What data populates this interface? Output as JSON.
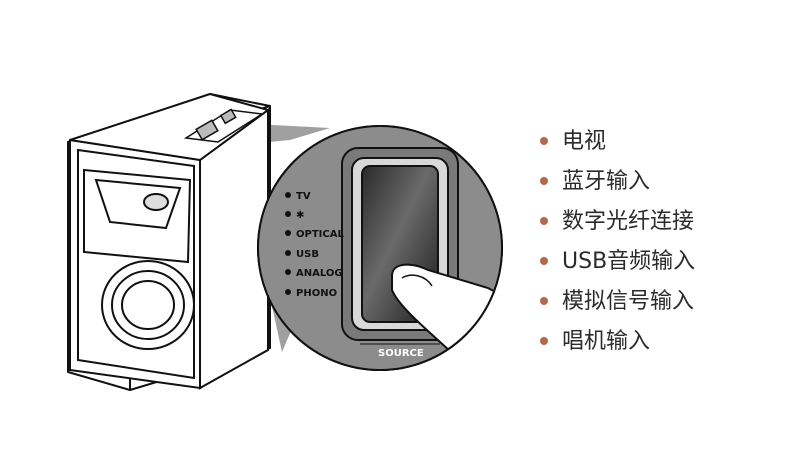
{
  "panel": {
    "inputs": [
      "TV",
      "",
      "OPTICAL",
      "USB",
      "ANALOG",
      "PHONO"
    ],
    "source_label": "SOURCE"
  },
  "legend": {
    "items": [
      "电视",
      "蓝牙输入",
      "数字光纤连接",
      "USB音频输入",
      "模拟信号输入",
      "唱机输入"
    ],
    "bullet_color": "#b06a4f"
  },
  "colors": {
    "panel_bg": "#8c8c8c",
    "knob_dark": "#1a1a1a",
    "outline": "#111111"
  }
}
